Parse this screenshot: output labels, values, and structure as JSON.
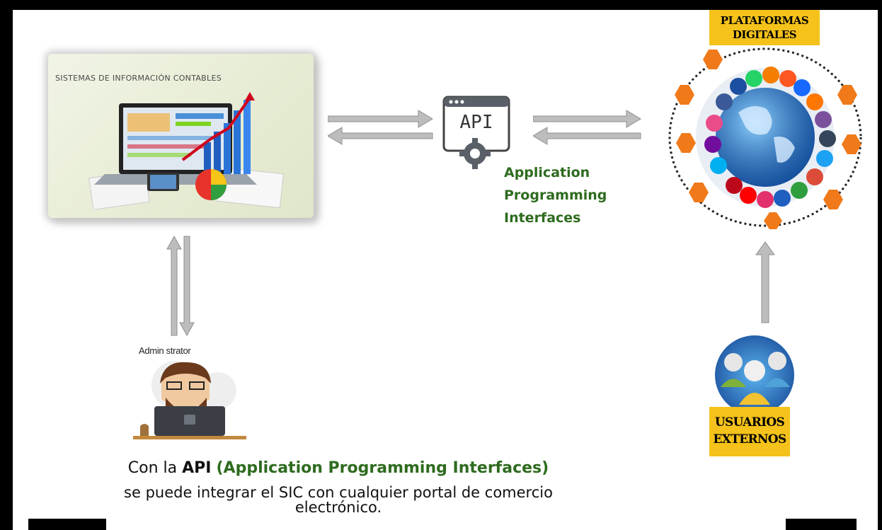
{
  "sic": {
    "title": "SISTEMAS DE INFORMACIÓN CONTABLES"
  },
  "api": {
    "icon_text": "API",
    "caption": "Application\nProgramming\nInterfaces"
  },
  "platforms": {
    "label": "PLATAFORMAS\nDIGITALES"
  },
  "users": {
    "label": "USUARIOS\nEXTERNOS"
  },
  "admin": {
    "label": "Admin strator"
  },
  "footer": {
    "prefix": "Con la ",
    "api_bold": "API",
    "green_part": "(Application Programming Interfaces)",
    "line2": "se puede integrar el SIC con cualquier portal de comercio",
    "line3": "electrónico."
  },
  "colors": {
    "accent_green": "#2e6b1f",
    "label_yellow": "#f4c21a",
    "node_orange": "#f07a1a",
    "arrow_gray": "#bdbdbd"
  },
  "icons": [
    "laptop-chart-icon",
    "api-gear-icon",
    "globe-icon",
    "social-media-icons",
    "administrator-icon",
    "users-group-icon"
  ]
}
